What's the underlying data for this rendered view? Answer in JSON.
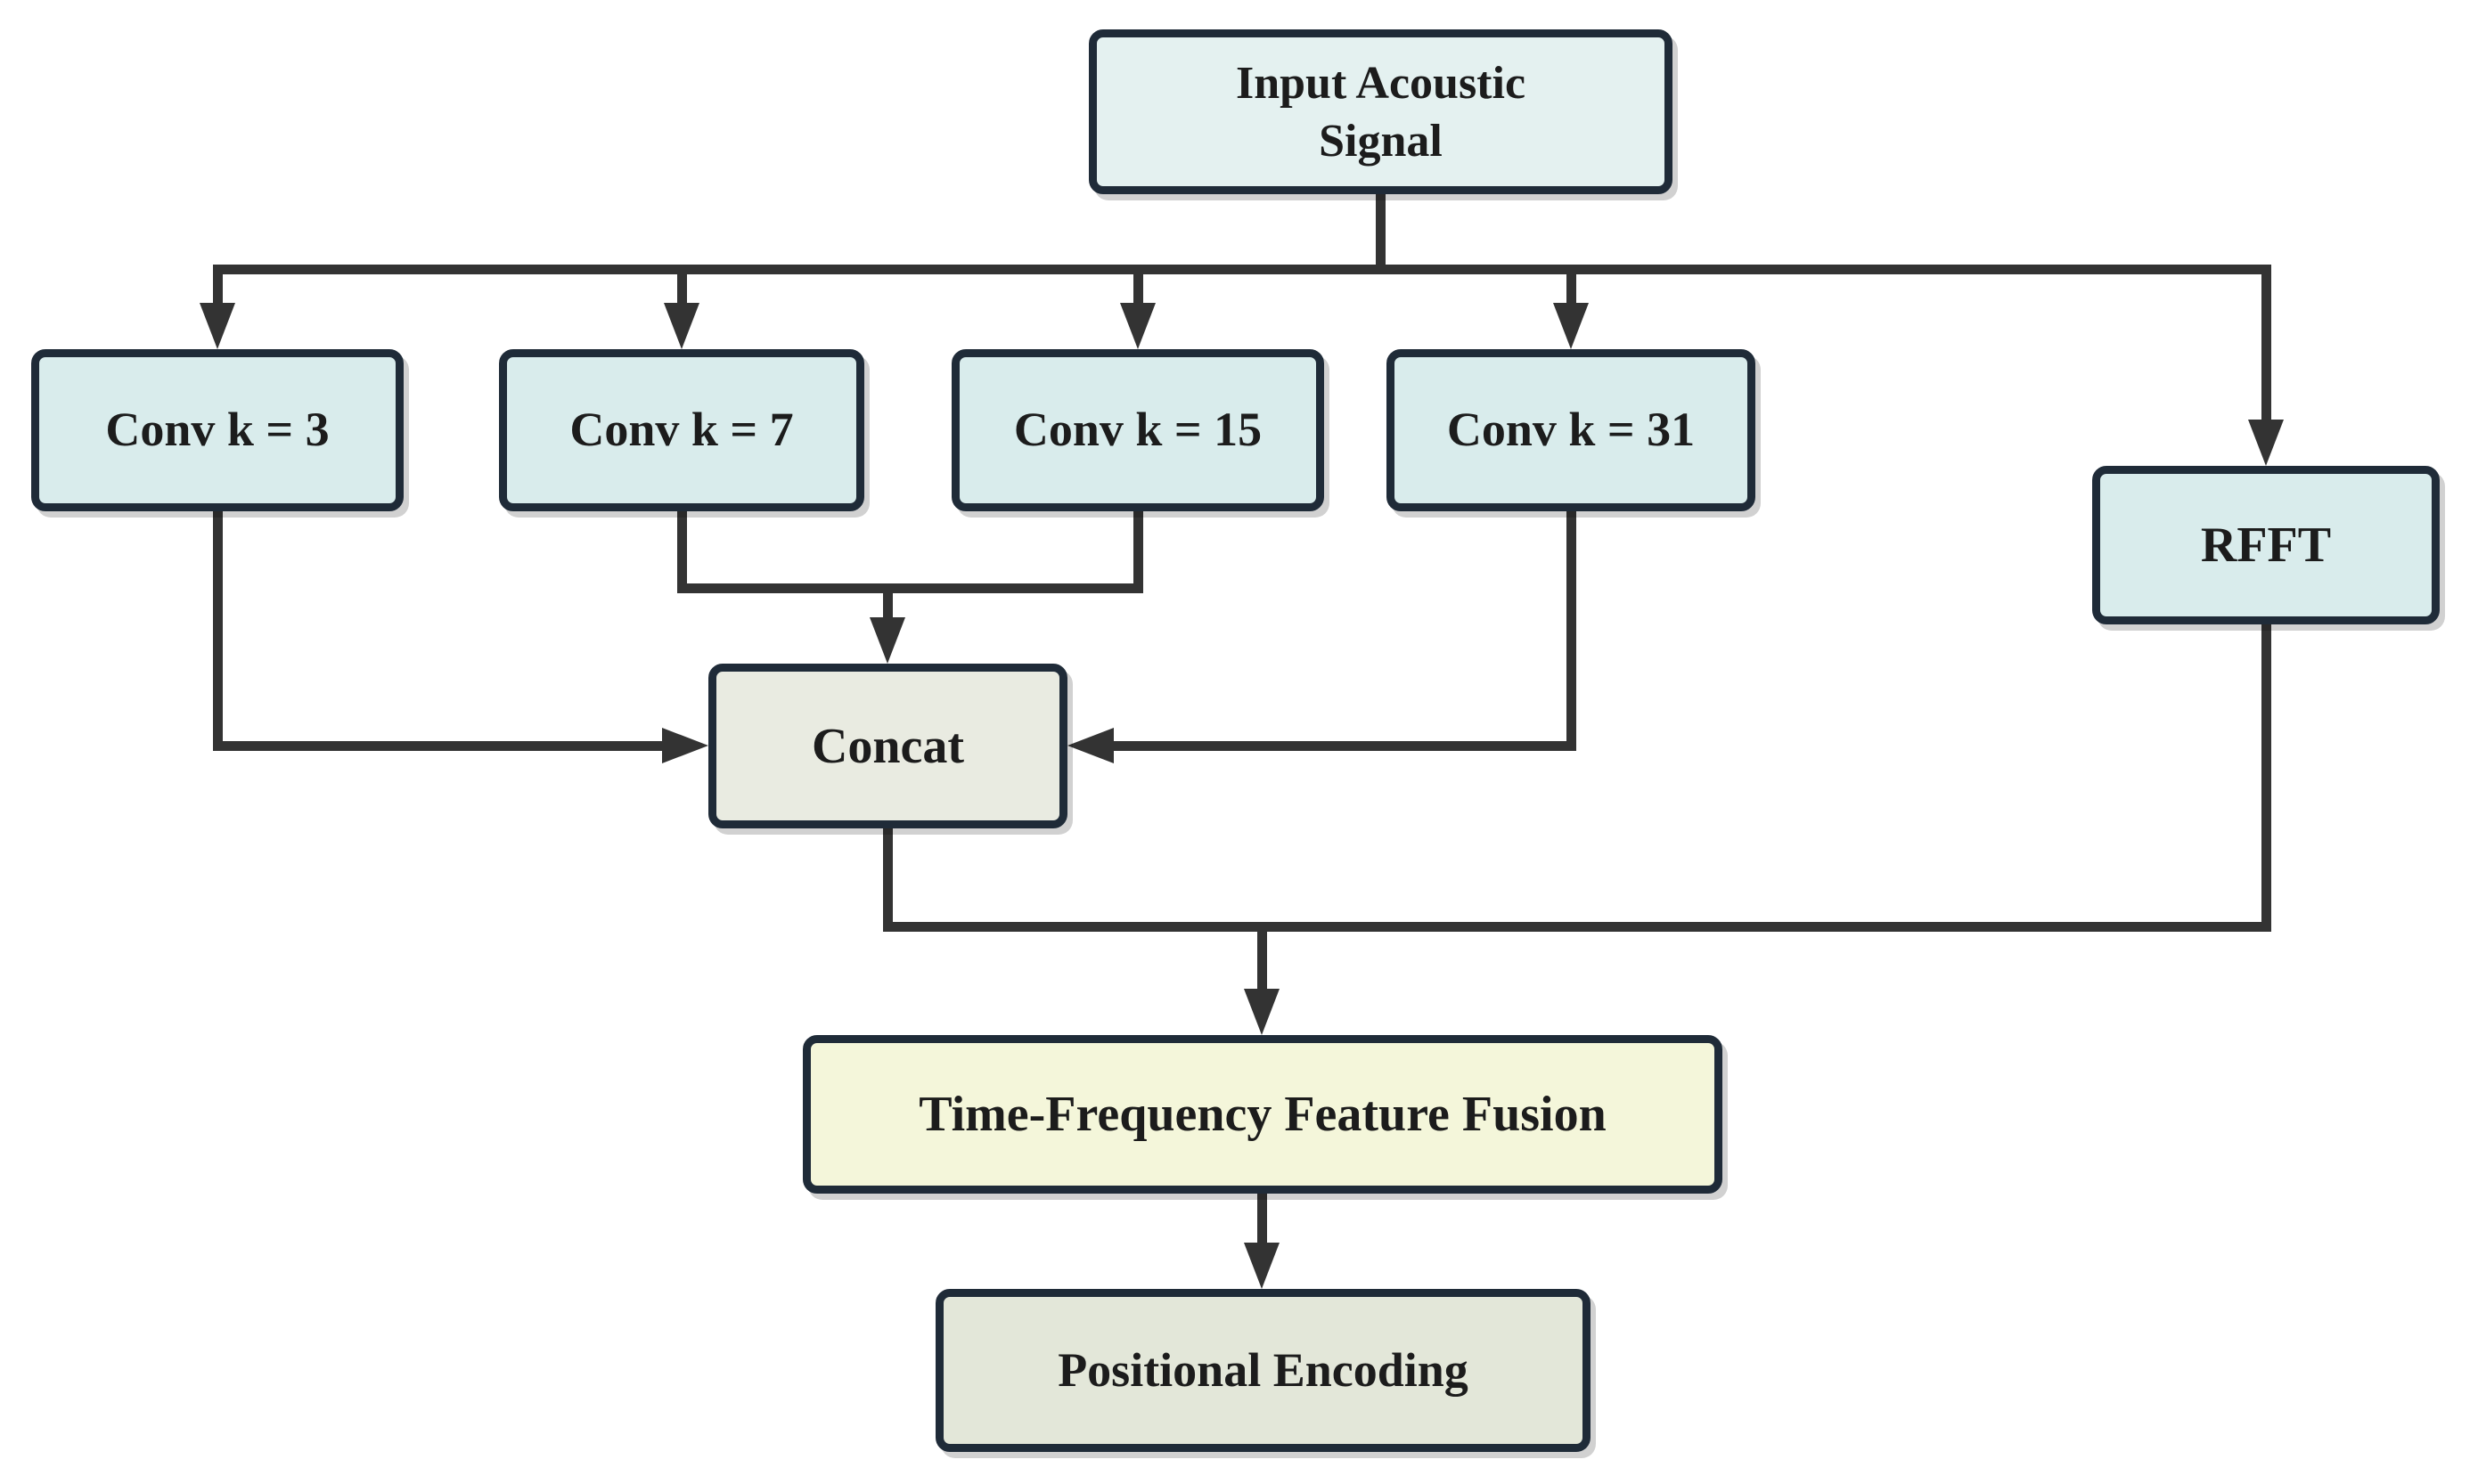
{
  "diagram": {
    "nodes": {
      "input": {
        "label": "Input Acoustic Signal",
        "lines": [
          "Input Acoustic",
          "Signal"
        ],
        "fill": "#e4f1f0"
      },
      "conv3": {
        "label": "Conv k = 3",
        "fill": "#d9ecec"
      },
      "conv7": {
        "label": "Conv k = 7",
        "fill": "#d9ecec"
      },
      "conv15": {
        "label": "Conv k = 15",
        "fill": "#d9ecec"
      },
      "conv31": {
        "label": "Conv k = 31",
        "fill": "#d9ecec"
      },
      "rfft": {
        "label": "RFFT",
        "fill": "#d9ecec"
      },
      "concat": {
        "label": "Concat",
        "fill": "#e9ebe1"
      },
      "tff": {
        "label": "Time-Frequency Feature Fusion",
        "fill": "#f4f6da"
      },
      "pe": {
        "label": "Positional Encoding",
        "fill": "#e3e7d9"
      }
    },
    "edges": [
      {
        "from": "Input Acoustic Signal",
        "to": "Conv k = 3"
      },
      {
        "from": "Input Acoustic Signal",
        "to": "Conv k = 7"
      },
      {
        "from": "Input Acoustic Signal",
        "to": "Conv k = 15"
      },
      {
        "from": "Input Acoustic Signal",
        "to": "Conv k = 31"
      },
      {
        "from": "Input Acoustic Signal",
        "to": "RFFT"
      },
      {
        "from": "Conv k = 3",
        "to": "Concat"
      },
      {
        "from": "Conv k = 7",
        "to": "Concat"
      },
      {
        "from": "Conv k = 15",
        "to": "Concat"
      },
      {
        "from": "Conv k = 31",
        "to": "Concat"
      },
      {
        "from": "Concat",
        "to": "Time-Frequency Feature Fusion"
      },
      {
        "from": "RFFT",
        "to": "Time-Frequency Feature Fusion"
      },
      {
        "from": "Time-Frequency Feature Fusion",
        "to": "Positional Encoding"
      }
    ],
    "colors": {
      "line": "#333333",
      "node_border": "#1f2b38",
      "background": "#ffffff",
      "text": "#1c1c1c"
    }
  }
}
